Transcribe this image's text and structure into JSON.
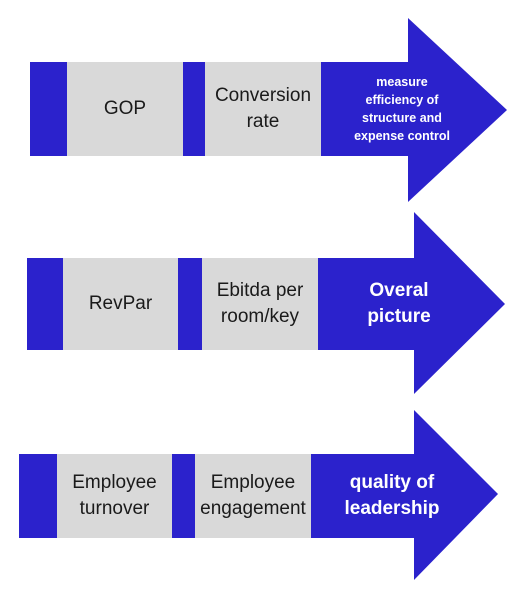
{
  "colors": {
    "arrow_blue": "#2b22cc",
    "box_grey": "#d9d9d9",
    "box_text": "#1a1a1a",
    "head_text": "#ffffff"
  },
  "rows": [
    {
      "box1": "GOP",
      "box2": "Conversion\nrate",
      "head": "measure\nefficiency of\nstructure and\nexpense control"
    },
    {
      "box1": "RevPar",
      "box2": "Ebitda per\nroom/key",
      "head": "Overal\npicture"
    },
    {
      "box1": "Employee\nturnover",
      "box2": "Employee\nengagement",
      "head": "quality of\nleadership"
    }
  ]
}
